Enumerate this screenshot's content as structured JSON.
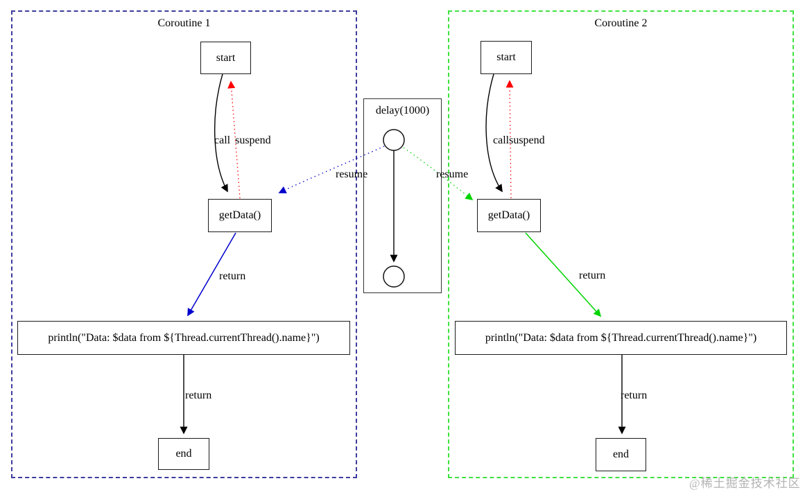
{
  "colors": {
    "cluster1-border": "#3c3c9e",
    "cluster2-border": "#3fe23f",
    "edge-black": "#000000",
    "edge-red": "#ff0000",
    "edge-blue": "#0000cd",
    "edge-green": "#00d400",
    "watermark": "#b3b3b3"
  },
  "cluster1": {
    "title": "Coroutine 1",
    "nodes": {
      "start": "start",
      "getdata": "getData()",
      "println": "println(\"Data: $data from ${Thread.currentThread().name}\")",
      "end": "end"
    },
    "edges": {
      "call": "call",
      "suspend": "suspend",
      "resume": "resume",
      "return_to_println": "return",
      "return_to_end": "return"
    }
  },
  "cluster2": {
    "title": "Coroutine 2",
    "nodes": {
      "start": "start",
      "getdata": "getData()",
      "println": "println(\"Data: $data from ${Thread.currentThread().name}\")",
      "end": "end"
    },
    "edges": {
      "call": "call",
      "suspend": "suspend",
      "resume": "resume",
      "return_to_println": "return",
      "return_to_end": "return"
    }
  },
  "scheduler": {
    "label": "delay(1000)"
  },
  "watermark": {
    "text": "@稀土掘金技术社区"
  }
}
